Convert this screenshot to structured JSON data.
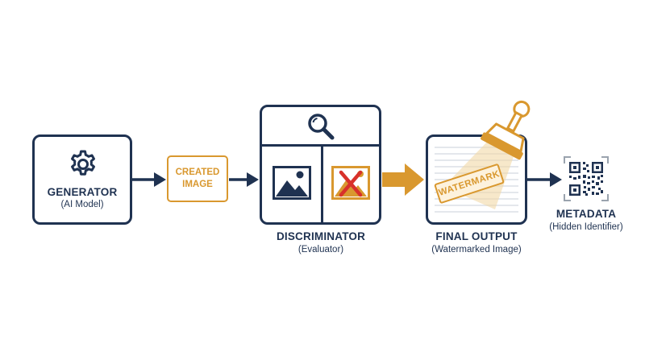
{
  "generator": {
    "title": "GENERATOR",
    "subtitle": "(AI Model)",
    "icon": "gear-icon"
  },
  "created_image": {
    "line1": "CREATED",
    "line2": "IMAGE"
  },
  "discriminator": {
    "title": "DISCRIMINATOR",
    "subtitle": "(Evaluator)",
    "icons": [
      "magnifier-icon",
      "image-icon",
      "rejected-image-icon"
    ]
  },
  "final_output": {
    "title": "FINAL OUTPUT",
    "subtitle": "(Watermarked Image)",
    "stamp_text": "WATERMARK"
  },
  "metadata": {
    "title": "METADATA",
    "subtitle": "(Hidden Identifier)",
    "icon": "qr-code-icon"
  },
  "colors": {
    "navy": "#1f3251",
    "gold": "#d9982f",
    "red": "#d8312b"
  }
}
